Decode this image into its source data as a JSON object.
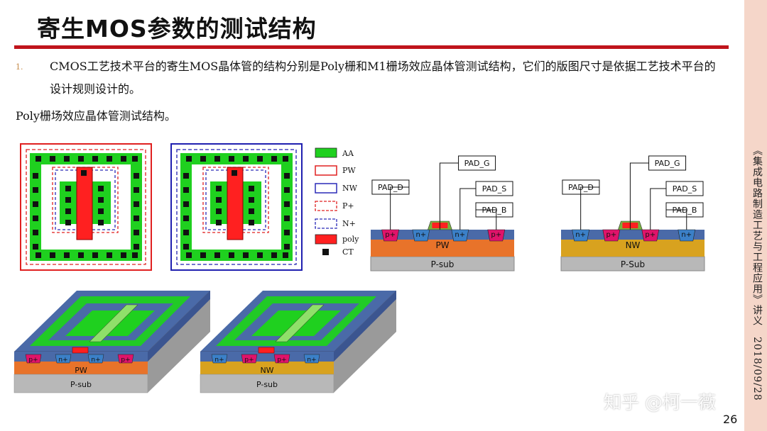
{
  "slide": {
    "title": "寄生MOS参数的测试结构",
    "bullet_number": "1.",
    "paragraph": "CMOS工艺技术平台的寄生MOS晶体管的结构分别是Poly栅和M1栅场效应晶体管测试结构，它们的版图尺寸是依据工艺技术平台的设计规则设计的。",
    "subheading": "Poly栅场效应晶体管测试结构。",
    "sidebar_text": "《集成电路制造工艺与工程应用》讲义　2018/09/28",
    "page_number": "26",
    "watermark": "知乎 @柯一薇"
  },
  "legend": [
    {
      "label": "AA",
      "style": "aa"
    },
    {
      "label": "PW",
      "style": "pw"
    },
    {
      "label": "NW",
      "style": "nw"
    },
    {
      "label": "P+",
      "style": "pplus"
    },
    {
      "label": "N+",
      "style": "nplus"
    },
    {
      "label": "poly",
      "style": "poly"
    },
    {
      "label": "CT",
      "style": "ct"
    }
  ],
  "cross_sections": {
    "nmos": {
      "pads": [
        "PAD_D",
        "PAD_G",
        "PAD_S",
        "PAD_B"
      ],
      "regions": [
        "p+",
        "n+",
        "n+",
        "p+"
      ],
      "well": "PW",
      "substrate": "P-sub"
    },
    "pmos": {
      "pads": [
        "PAD_D",
        "PAD_G",
        "PAD_S",
        "PAD_B"
      ],
      "regions": [
        "n+",
        "p+",
        "p+",
        "n+"
      ],
      "well": "NW",
      "substrate": "P-Sub"
    }
  },
  "views_3d": {
    "nmos": {
      "regions": [
        "p+",
        "n+",
        "n+",
        "p+"
      ],
      "well": "PW",
      "substrate": "P-sub"
    },
    "pmos": {
      "regions": [
        "n+",
        "p+",
        "p+",
        "n+"
      ],
      "well": "NW",
      "substrate": "P-sub"
    }
  },
  "colors": {
    "title_rule": "#c0141b",
    "aa": "#1fd01f",
    "poly": "#ff2020",
    "pw": "#e8732a",
    "nw": "#d8a21f",
    "psub": "#b8b8b8",
    "fox": "#4a6aa8",
    "nplus": "#3b80c8",
    "pplus": "#e0136a",
    "sidebar": "#f5d6c9"
  }
}
